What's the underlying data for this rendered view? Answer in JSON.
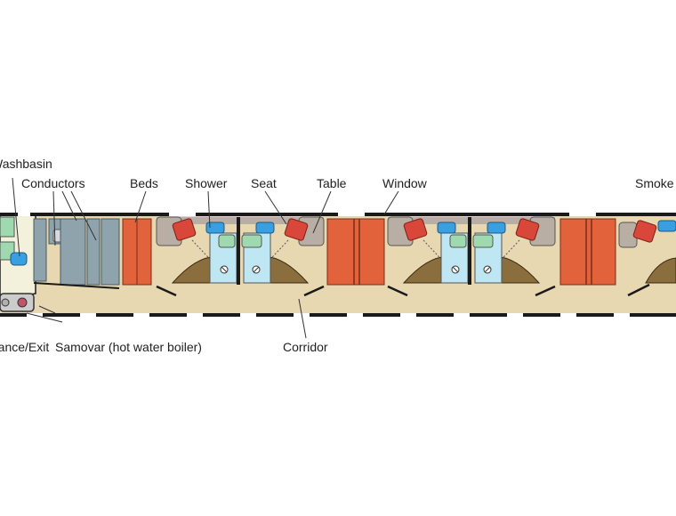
{
  "labels": {
    "washbasin": "Washbasin",
    "conductors": "Conductors",
    "beds": "Beds",
    "shower": "Shower",
    "seat": "Seat",
    "table": "Table",
    "window": "Window",
    "smoke": "Smoke",
    "entrance_exit": "Entrance/Exit",
    "samovar": "Samovar (hot water boiler)",
    "corridor": "Corridor"
  },
  "colors": {
    "floor": "#e8d8b2",
    "wall": "#1a1a1a",
    "bed": "#e2623c",
    "conductor_cabinet": "#8fa3ad",
    "shower": "#bfe6f3",
    "toilet_pad": "#9fd9b0",
    "basin": "#3a9fe0",
    "seat": "#d9473a",
    "table": "#b9aea3",
    "arc": "#8a6e3e",
    "samovar": "#c0556a"
  }
}
